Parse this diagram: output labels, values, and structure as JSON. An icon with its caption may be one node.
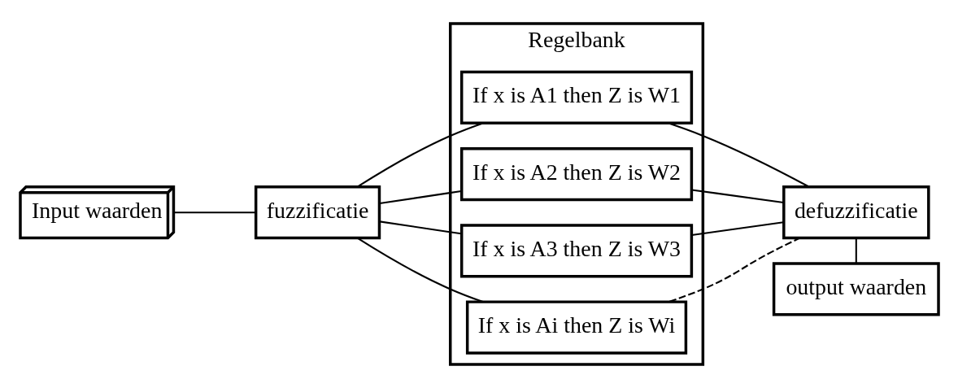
{
  "diagram": {
    "nodes": [
      {
        "text": [
          "Input waarden"
        ]
      },
      {
        "text": [
          "fuzzificatie"
        ]
      },
      {
        "text": [
          "Regelbank"
        ]
      },
      {
        "text": [
          "If x is A1 then Z is W1"
        ],
        "in": 2
      },
      {
        "text": [
          "If x is A2 then Z is W2"
        ],
        "in": 2
      },
      {
        "text": [
          "If x is A3 then Z is W3"
        ],
        "in": 2
      },
      {
        "text": [
          "If x is Ai then Z is Wi"
        ],
        "in": 2
      },
      {
        "text": [
          "defuzzificatie"
        ]
      },
      {
        "text": [
          "output waarden"
        ]
      }
    ],
    "edges": [
      {
        "from": 0,
        "to": 1,
        "arrow": "none"
      },
      {
        "from": 1,
        "to": 3,
        "arrow": "none"
      },
      {
        "from": 1,
        "to": 4,
        "arrow": "none"
      },
      {
        "from": 1,
        "to": 5,
        "arrow": "none"
      },
      {
        "from": 1,
        "to": 6,
        "arrow": "none"
      },
      {
        "from": 3,
        "to": 7,
        "arrow": "none"
      },
      {
        "from": 4,
        "to": 7,
        "arrow": "none"
      },
      {
        "from": 5,
        "to": 7,
        "arrow": "none"
      },
      {
        "from": 6,
        "to": 7,
        "arrow": "none",
        "style": "dashed"
      },
      {
        "from": 7,
        "to": 8,
        "arrow": "none"
      }
    ]
  }
}
